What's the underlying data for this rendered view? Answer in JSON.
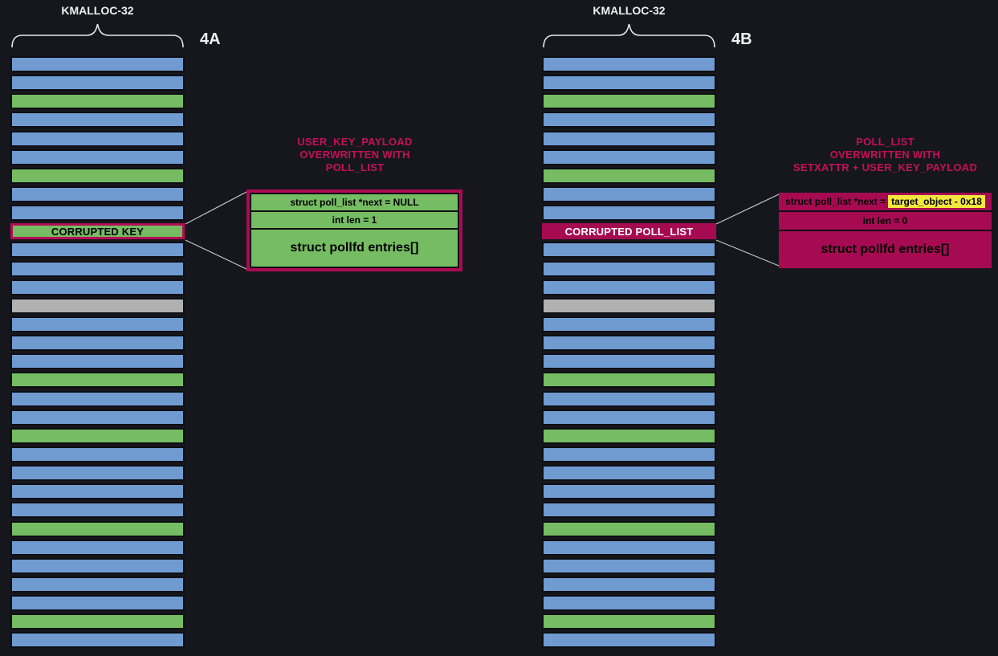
{
  "colors": {
    "background": "#15171d",
    "blue_object": "#6f9bd1",
    "green_object": "#75bc62",
    "gray_object": "#b1b1b1",
    "crimson": "#a60b52",
    "crimson_border": "#b50d56",
    "annotation_pink": "#c4105a",
    "highlight_yellow": "#f3e73e"
  },
  "panels": [
    {
      "heap_label": "KMALLOC-32",
      "figure_label": "4A",
      "corrupted_label": "CORRUPTED KEY",
      "corrupted_class": "key",
      "rows": [
        "blue",
        "blue",
        "green",
        "blue",
        "blue",
        "blue",
        "green",
        "blue",
        "blue",
        "corrupted",
        "blue",
        "blue",
        "blue",
        "gray",
        "blue",
        "blue",
        "blue",
        "green",
        "blue",
        "blue",
        "green",
        "blue",
        "blue",
        "blue",
        "blue",
        "green",
        "blue",
        "blue",
        "blue",
        "blue",
        "green",
        "blue"
      ],
      "annotation": {
        "title_lines": [
          "USER_KEY_PAYLOAD",
          "OVERWRITTEN WITH",
          "POLL_LIST"
        ],
        "fields": [
          {
            "text": "struct poll_list *next = NULL"
          },
          {
            "text": "int len = 1"
          },
          {
            "text": "struct pollfd entries[]"
          }
        ]
      }
    },
    {
      "heap_label": "KMALLOC-32",
      "figure_label": "4B",
      "corrupted_label": "CORRUPTED POLL_LIST",
      "corrupted_class": "poll",
      "rows": [
        "blue",
        "blue",
        "green",
        "blue",
        "blue",
        "blue",
        "green",
        "blue",
        "blue",
        "corrupted",
        "blue",
        "blue",
        "blue",
        "gray",
        "blue",
        "blue",
        "blue",
        "green",
        "blue",
        "blue",
        "green",
        "blue",
        "blue",
        "blue",
        "blue",
        "green",
        "blue",
        "blue",
        "blue",
        "blue",
        "green",
        "blue"
      ],
      "annotation": {
        "title_lines": [
          "POLL_LIST",
          "OVERWRITTEN WITH",
          "SETXATTR + USER_KEY_PAYLOAD"
        ],
        "fields": [
          {
            "prefix": "struct poll_list *next =",
            "highlight": "target_object - 0x18"
          },
          {
            "text": "int len = 0"
          },
          {
            "text": "struct pollfd entries[]"
          }
        ]
      }
    }
  ]
}
